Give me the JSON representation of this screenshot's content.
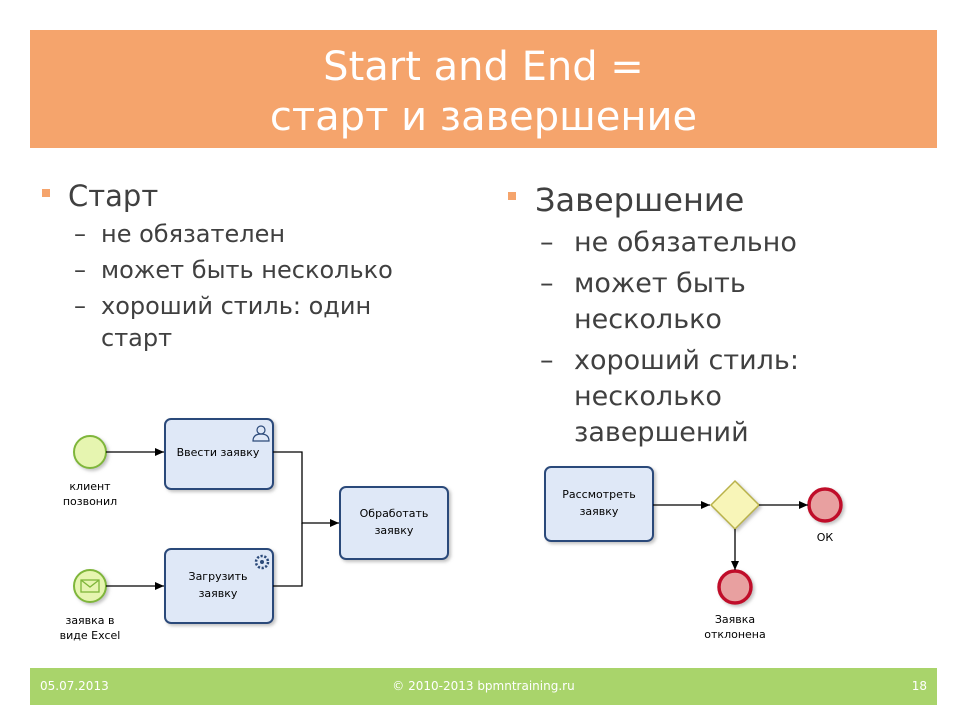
{
  "title": {
    "line1": "Start and End =",
    "line2": "старт и завершение"
  },
  "left": {
    "heading": "Старт",
    "items": [
      "не обязателен",
      "может быть несколько",
      "хороший стиль: один старт"
    ]
  },
  "right": {
    "heading": "Завершение",
    "items": [
      "не обязательно",
      "может быть несколько",
      "хороший стиль: несколько завершений"
    ]
  },
  "diagram_left": {
    "start1_label_1": "клиент",
    "start1_label_2": "позвонил",
    "start2_label_1": "заявка в",
    "start2_label_2": "виде Excel",
    "task1": "Ввести заявку",
    "task2_1": "Загрузить",
    "task2_2": "заявку",
    "task3_1": "Обработать",
    "task3_2": "заявку"
  },
  "diagram_right": {
    "task1_1": "Рассмотреть",
    "task1_2": "заявку",
    "end1_label": "ОК",
    "end2_label_1": "Заявка",
    "end2_label_2": "отклонена"
  },
  "footer": {
    "date": "05.07.2013",
    "copyright": "© 2010-2013 bpmntraining.ru",
    "page": "18"
  },
  "colors": {
    "title_bg": "#f5a46c",
    "footer_bg": "#a9d46b",
    "task_fill": "#dfe8f7",
    "task_stroke": "#2c4a7a",
    "start_fill": "#e6f5b0",
    "start_stroke": "#7fb63a",
    "end_fill": "#e8a0a0",
    "end_stroke": "#c0102a",
    "gateway_fill": "#f8f5b8"
  }
}
